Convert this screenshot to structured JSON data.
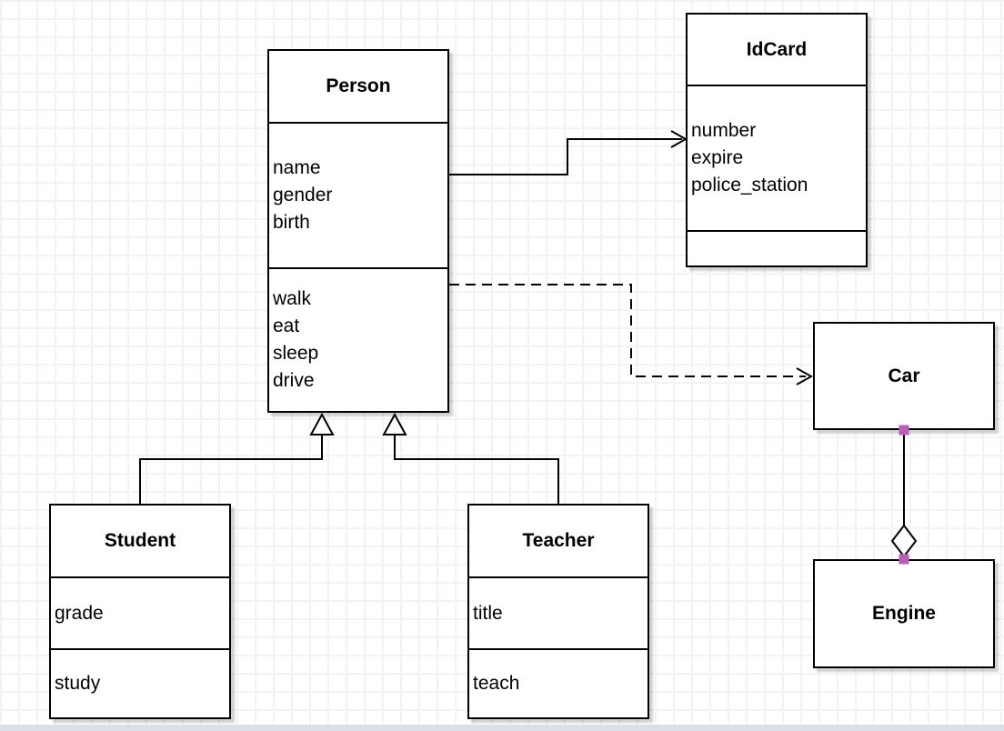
{
  "diagram": {
    "classes": {
      "person": {
        "name": "Person",
        "attributes": [
          "name",
          "gender",
          "birth"
        ],
        "methods": [
          "walk",
          "eat",
          "sleep",
          "drive"
        ]
      },
      "idcard": {
        "name": "IdCard",
        "attributes": [
          "number",
          "expire",
          "police_station"
        ],
        "methods": []
      },
      "student": {
        "name": "Student",
        "attributes": [
          "grade"
        ],
        "methods": [
          "study"
        ]
      },
      "teacher": {
        "name": "Teacher",
        "attributes": [
          "title"
        ],
        "methods": [
          "teach"
        ]
      },
      "car": {
        "name": "Car",
        "attributes": [],
        "methods": []
      },
      "engine": {
        "name": "Engine",
        "attributes": [],
        "methods": []
      }
    },
    "edges": [
      {
        "from": "Person",
        "to": "IdCard",
        "type": "association",
        "line": "solid",
        "arrow": "open"
      },
      {
        "from": "Person",
        "to": "Car",
        "type": "dependency",
        "line": "dashed",
        "arrow": "open"
      },
      {
        "from": "Student",
        "to": "Person",
        "type": "generalization",
        "line": "solid",
        "arrow": "hollow-triangle"
      },
      {
        "from": "Teacher",
        "to": "Person",
        "type": "generalization",
        "line": "solid",
        "arrow": "hollow-triangle"
      },
      {
        "from": "Car",
        "to": "Engine",
        "type": "aggregation",
        "line": "solid",
        "arrow": "hollow-diamond"
      }
    ],
    "colors": {
      "stroke": "#000000",
      "shape_fill": "#ffffff",
      "endpoint": "#b85eb5",
      "grid_line": "#f3f3f5",
      "canvas": "#ffffff",
      "bottom_edge": "#dbe0e8"
    }
  }
}
